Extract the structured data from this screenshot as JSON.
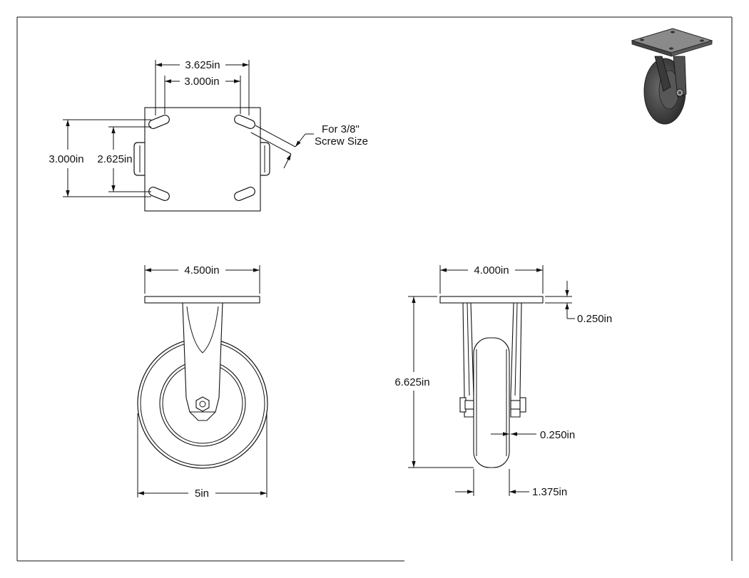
{
  "drawing": {
    "top_view": {
      "outer_hole_spacing": "3.625in",
      "inner_hole_spacing": "3.000in",
      "height_outer": "3.000in",
      "height_inner": "2.625in",
      "screw_note_line1": "For 3/8\"",
      "screw_note_line2": "Screw Size"
    },
    "front_view": {
      "plate_width": "4.500in",
      "wheel_diameter": "5in"
    },
    "side_view": {
      "plate_width": "4.000in",
      "plate_thickness": "0.250in",
      "overall_height": "6.625in",
      "axle_offset": "0.250in",
      "wheel_width": "1.375in"
    }
  }
}
